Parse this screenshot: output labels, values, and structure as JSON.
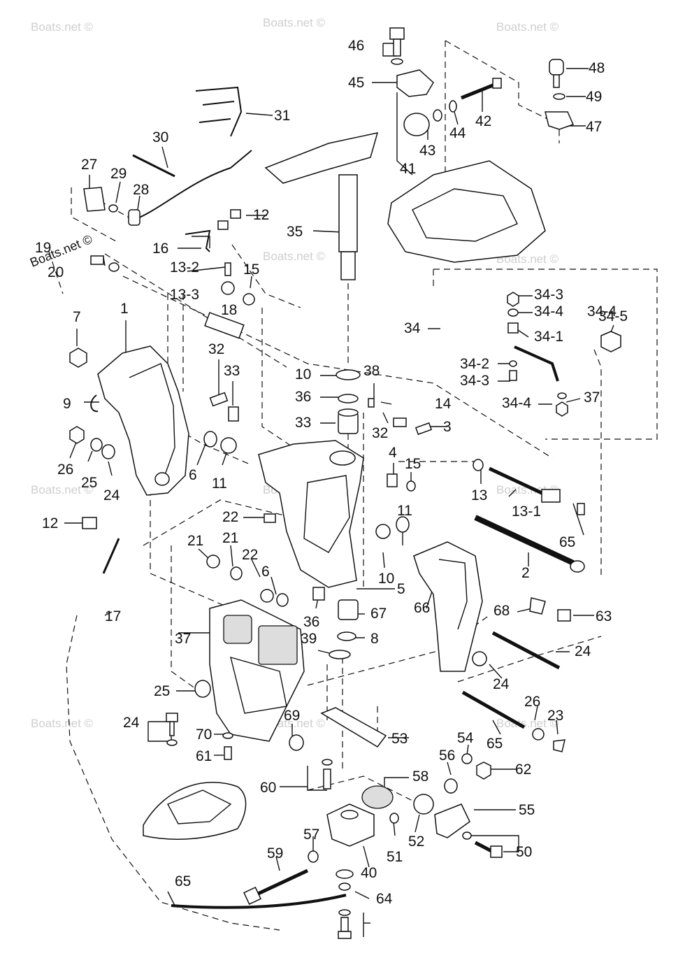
{
  "watermark": "Boats.net ©",
  "part_labels": [
    "46",
    "45",
    "48",
    "49",
    "47",
    "42",
    "44",
    "43",
    "41",
    "31",
    "30",
    "27",
    "29",
    "28",
    "12",
    "35",
    "16",
    "19",
    "20",
    "13-2",
    "15",
    "13-3",
    "18",
    "7",
    "1",
    "32",
    "33",
    "9",
    "26",
    "25",
    "24",
    "6",
    "11",
    "34-3",
    "34-4",
    "34-1",
    "34-5",
    "34",
    "34-4",
    "34-2",
    "34-3",
    "34-4",
    "37",
    "10",
    "38",
    "36",
    "33",
    "14",
    "32",
    "3",
    "4",
    "15",
    "13",
    "13-1",
    "65",
    "12",
    "22",
    "21",
    "21",
    "22",
    "6",
    "11",
    "10",
    "5",
    "2",
    "66",
    "36",
    "67",
    "68",
    "63",
    "17",
    "37",
    "39",
    "8",
    "24",
    "24",
    "25",
    "26",
    "23",
    "65",
    "24",
    "69",
    "70",
    "61",
    "53",
    "54",
    "56",
    "62",
    "60",
    "58",
    "55",
    "57",
    "51",
    "52",
    "59",
    "50",
    "40",
    "64",
    "65"
  ]
}
